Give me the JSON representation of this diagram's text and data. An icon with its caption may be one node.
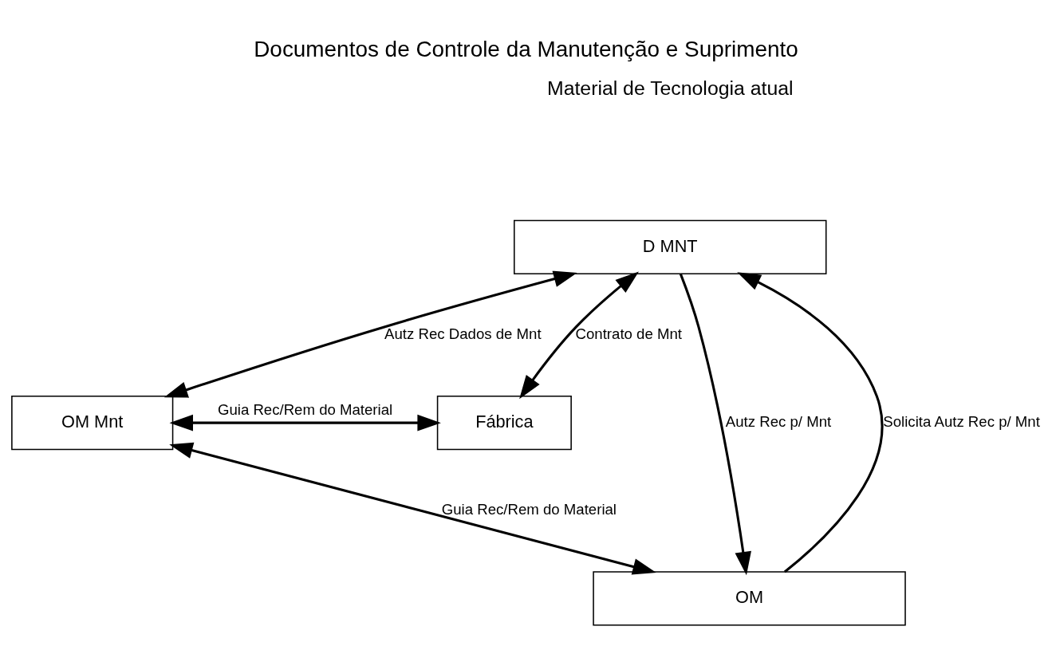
{
  "diagram": {
    "title": "Documentos de Controle da Manutenção e Suprimento",
    "nodes": [
      {
        "text": [
          "D MNT"
        ]
      },
      {
        "text": [
          "OM Mnt"
        ]
      },
      {
        "text": [
          "Fábrica"
        ]
      },
      {
        "text": [
          "OM"
        ]
      }
    ],
    "edges": [
      {
        "from": 3,
        "to": 0,
        "arrow": "to",
        "label": "Solicita Autz Rec p/ Mnt"
      },
      {
        "from": 0,
        "to": 3,
        "arrow": "to",
        "label": "Autz Rec p/ Mnt"
      },
      {
        "from": 0,
        "to": 1,
        "arrow": "both",
        "label": "Autz Rec Dados de Mnt"
      },
      {
        "from": 1,
        "to": 2,
        "arrow": "both",
        "label": "Guia Rec/Rem do Material"
      },
      {
        "from": 0,
        "to": 2,
        "arrow": "both",
        "label": "Contrato de Mnt"
      },
      {
        "from": 1,
        "to": 3,
        "arrow": "both",
        "label": "Guia Rec/Rem do Material"
      }
    ],
    "labels": [
      "Material de Tecnologia atual"
    ]
  }
}
